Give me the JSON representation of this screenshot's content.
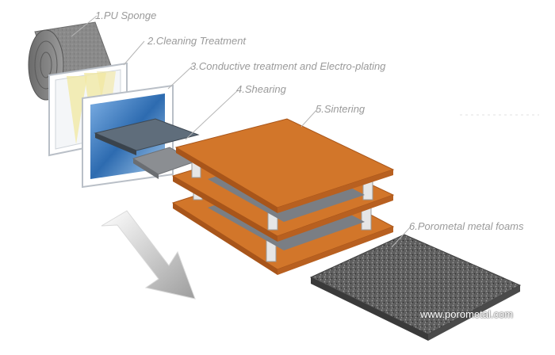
{
  "labels": {
    "step1": "1.PU Sponge",
    "step2": "2.Cleaning Treatment",
    "step3": "3.Conductive treatment and Electro-plating",
    "step4": "4.Shearing",
    "step5": "5.Sintering",
    "step6": "6.Porometal metal foams"
  },
  "watermark": "www.porometal.com",
  "colors": {
    "label_text": "#9a9a9a",
    "sponge": "#7f7f7f",
    "frame": "#d9dde3",
    "plating_blue": "#2d6bb0",
    "kiln_plate": "#d2762a",
    "kiln_plate_edge": "#a8551a",
    "foam": "#5a5a5a",
    "arrow": "#c8c8c8"
  }
}
